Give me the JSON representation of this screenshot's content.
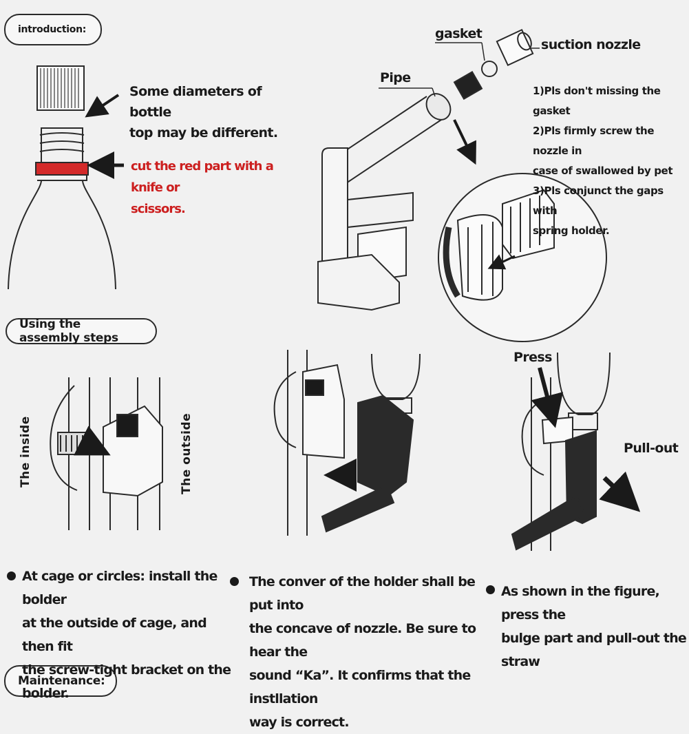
{
  "sections": {
    "introduction": "introduction:",
    "assembly": "Using the assembly steps",
    "maintenance": "Maintenance:"
  },
  "bottle": {
    "note_line1": "Some diameters of bottle",
    "note_line2": "top may be different.",
    "cut_line1": "cut the red part with a knife or",
    "cut_line2": "scissors.",
    "cut_color": "#d42a2a"
  },
  "nozzle": {
    "gasket": "gasket",
    "suction_nozzle": "suction nozzle",
    "pipe": "Pipe",
    "notes": [
      "1)Pls don't missing the gasket",
      "2)Pls firmly screw the nozzle in",
      "case of swallowed by pet",
      "3)Pls conjunct the gaps with",
      "spring holder."
    ]
  },
  "diagrams": {
    "inside": "The inside",
    "outside": "The outside",
    "press": "Press",
    "pull_out": "Pull-out"
  },
  "steps": [
    {
      "lines": [
        "At cage or circles: install the bolder",
        "at the outside of cage, and then fit",
        "the screw-tight bracket on the bolder."
      ]
    },
    {
      "lines": [
        "The conver of the holder shall be put into",
        "the concave of nozzle. Be sure to hear the",
        "sound “Ka”. It confirms that the instllation",
        "way is correct."
      ]
    },
    {
      "lines": [
        "As shown in the figure, press the",
        "bulge part and pull-out the straw"
      ]
    }
  ]
}
